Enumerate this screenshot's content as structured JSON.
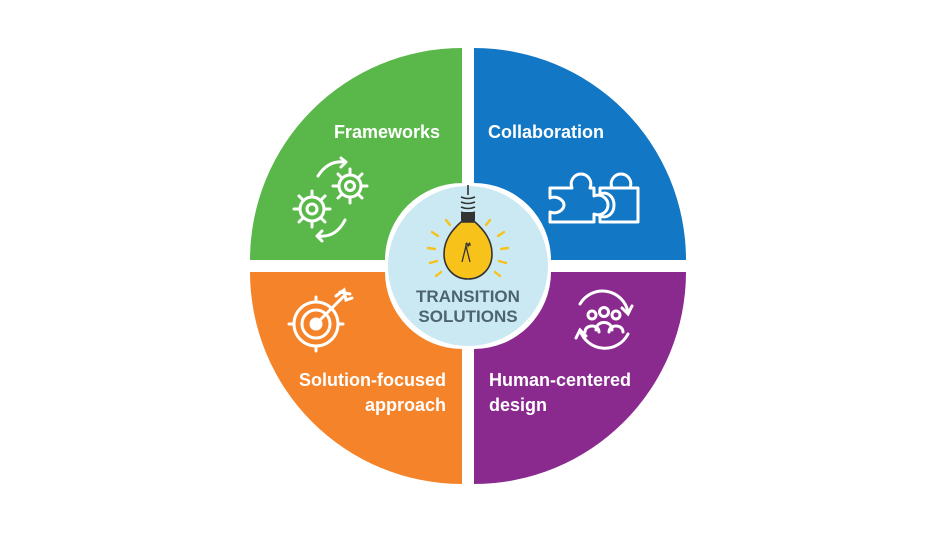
{
  "center": {
    "title_lines": [
      "TRANSITION",
      "SOLUTIONS"
    ],
    "icon": "lightbulb-icon"
  },
  "quadrants": {
    "frameworks": {
      "lines": [
        "Frameworks"
      ],
      "icon": "gears-icon",
      "color": "#5ab84a"
    },
    "collaboration": {
      "lines": [
        "Collaboration"
      ],
      "icon": "puzzle-icon",
      "color": "#1277c5"
    },
    "solution_focused": {
      "lines": [
        "Solution-focused",
        "approach"
      ],
      "icon": "target-icon",
      "color": "#f5832a"
    },
    "human_centered": {
      "lines": [
        "Human-centered",
        "design"
      ],
      "icon": "people-cycle-icon",
      "color": "#8a2a8f"
    }
  },
  "colors": {
    "center_fill": "#cbe9f3",
    "center_text": "#4d6470",
    "bulb": "#f7c21a",
    "bulb_rays": "#f7c21a",
    "outline": "#333333"
  }
}
